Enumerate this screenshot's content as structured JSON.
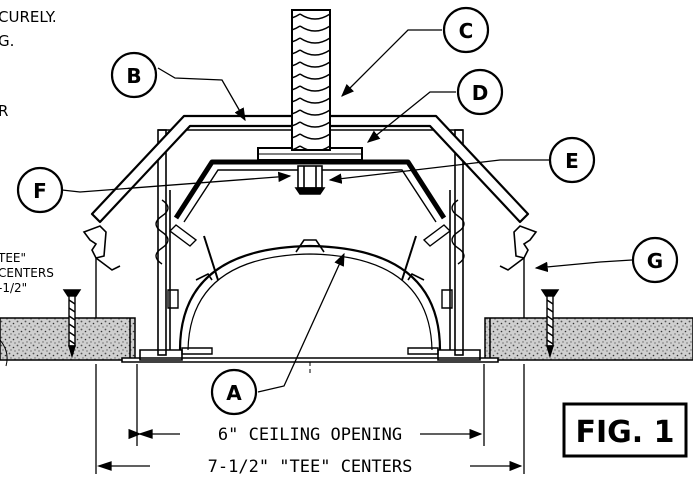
{
  "notes": {
    "line1": "CURELY.",
    "line2": "G.",
    "line3": "R"
  },
  "side_text": {
    "line1": "TEE\"",
    "line2": "CENTERS",
    "line3": "-1/2\""
  },
  "callouts": {
    "a": "A",
    "b": "B",
    "c": "C",
    "d": "D",
    "e": "E",
    "f": "F",
    "g": "G"
  },
  "dimensions": {
    "ceiling_opening": "6\" CEILING OPENING",
    "tee_centers": "7-1/2\" \"TEE\" CENTERS"
  },
  "figure_label": "FIG. 1",
  "colors": {
    "line": "#000000",
    "background": "#ffffff",
    "ceiling_tile": "#bdbdbd"
  }
}
